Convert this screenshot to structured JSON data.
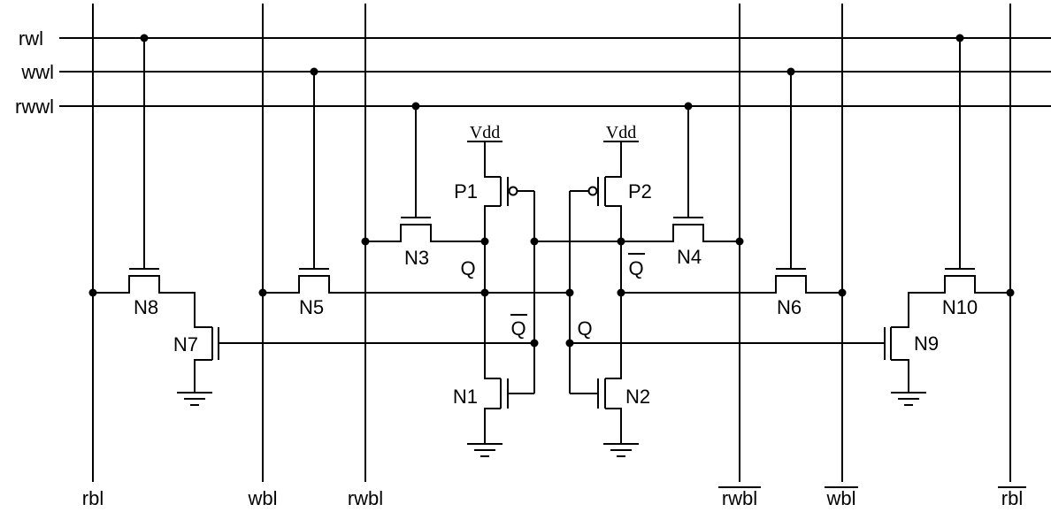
{
  "colors": {
    "stroke": "#000000",
    "background": "#ffffff"
  },
  "word_lines": {
    "rwl": "rwl",
    "wwl": "wwl",
    "rwwl": "rwwl"
  },
  "bit_lines": {
    "rbl": "rbl",
    "wbl": "wbl",
    "rwbl": "rwbl",
    "rwbl_bar": "rwbl",
    "wbl_bar": "wbl",
    "rbl_bar": "rbl"
  },
  "transistors": {
    "p1": "P1",
    "p2": "P2",
    "n1": "N1",
    "n2": "N2",
    "n3": "N3",
    "n4": "N4",
    "n5": "N5",
    "n6": "N6",
    "n7": "N7",
    "n8": "N8",
    "n9": "N9",
    "n10": "N10"
  },
  "power": {
    "vdd_left": "Vdd",
    "vdd_right": "Vdd"
  },
  "nodes": {
    "q_upper": "Q",
    "qbar_upper": "Q",
    "qbar_lower": "Q",
    "q_lower": "Q"
  }
}
